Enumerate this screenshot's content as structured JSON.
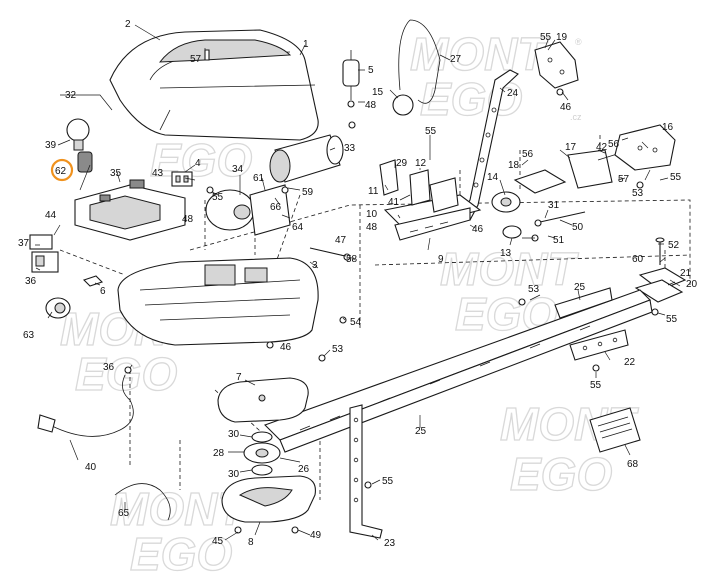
{
  "watermark": {
    "line1": "MONT",
    "line2": "EGO",
    "suffix": ".cz",
    "reg": "®"
  },
  "highlight_color": "#f0921e",
  "highlighted_part": "62",
  "parts": [
    {
      "label": "2"
    },
    {
      "label": "1"
    },
    {
      "label": "57"
    },
    {
      "label": "5"
    },
    {
      "label": "48"
    },
    {
      "label": "15"
    },
    {
      "label": "27"
    },
    {
      "label": "55"
    },
    {
      "label": "19"
    },
    {
      "label": "46"
    },
    {
      "label": "24"
    },
    {
      "label": "32"
    },
    {
      "label": "39"
    },
    {
      "label": "62"
    },
    {
      "label": "35"
    },
    {
      "label": "4"
    },
    {
      "label": "43"
    },
    {
      "label": "55"
    },
    {
      "label": "34"
    },
    {
      "label": "61"
    },
    {
      "label": "59"
    },
    {
      "label": "33"
    },
    {
      "label": "66"
    },
    {
      "label": "64"
    },
    {
      "label": "48"
    },
    {
      "label": "29"
    },
    {
      "label": "12"
    },
    {
      "label": "11"
    },
    {
      "label": "41"
    },
    {
      "label": "10"
    },
    {
      "label": "48"
    },
    {
      "label": "9"
    },
    {
      "label": "55"
    },
    {
      "label": "56"
    },
    {
      "label": "17"
    },
    {
      "label": "42"
    },
    {
      "label": "18"
    },
    {
      "label": "14"
    },
    {
      "label": "16"
    },
    {
      "label": "56"
    },
    {
      "label": "57"
    },
    {
      "label": "53"
    },
    {
      "label": "55"
    },
    {
      "label": "44"
    },
    {
      "label": "37"
    },
    {
      "label": "36"
    },
    {
      "label": "47"
    },
    {
      "label": "58"
    },
    {
      "label": "46"
    },
    {
      "label": "13"
    },
    {
      "label": "31"
    },
    {
      "label": "50"
    },
    {
      "label": "51"
    },
    {
      "label": "52"
    },
    {
      "label": "60"
    },
    {
      "label": "20"
    },
    {
      "label": "21"
    },
    {
      "label": "6"
    },
    {
      "label": "3"
    },
    {
      "label": "63"
    },
    {
      "label": "54"
    },
    {
      "label": "53"
    },
    {
      "label": "25"
    },
    {
      "label": "55"
    },
    {
      "label": "46"
    },
    {
      "label": "53"
    },
    {
      "label": "22"
    },
    {
      "label": "55"
    },
    {
      "label": "36"
    },
    {
      "label": "7"
    },
    {
      "label": "25"
    },
    {
      "label": "30"
    },
    {
      "label": "28"
    },
    {
      "label": "30"
    },
    {
      "label": "26"
    },
    {
      "label": "40"
    },
    {
      "label": "65"
    },
    {
      "label": "55"
    },
    {
      "label": "68"
    },
    {
      "label": "45"
    },
    {
      "label": "8"
    },
    {
      "label": "49"
    },
    {
      "label": "23"
    }
  ]
}
